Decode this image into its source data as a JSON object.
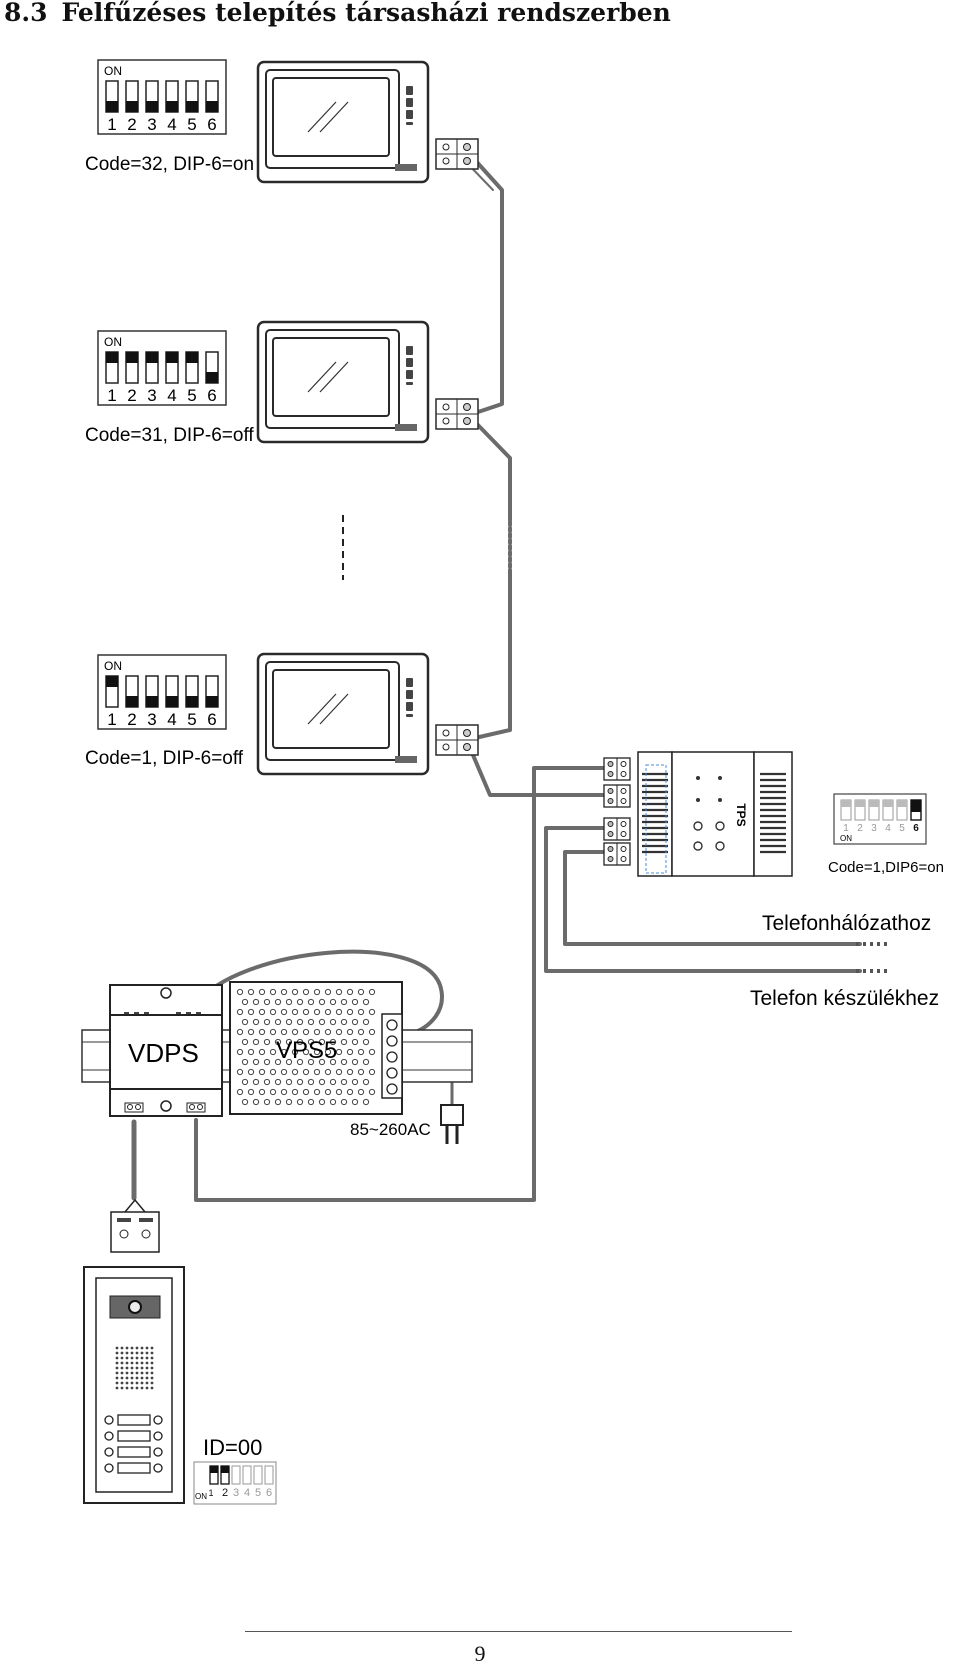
{
  "section": {
    "number": "8.3",
    "title": "Felfűzéses telepítés társasházi rendszerben"
  },
  "dip_panels": [
    {
      "on_label": "ON",
      "numbers": [
        "1",
        "2",
        "3",
        "4",
        "5",
        "6"
      ],
      "caption": "Code=32, DIP-6=on"
    },
    {
      "on_label": "ON",
      "numbers": [
        "1",
        "2",
        "3",
        "4",
        "5",
        "6"
      ],
      "caption": "Code=31, DIP-6=off"
    },
    {
      "on_label": "ON",
      "numbers": [
        "1",
        "2",
        "3",
        "4",
        "5",
        "6"
      ],
      "caption": "Code=1, DIP-6=off"
    }
  ],
  "tps": {
    "label": "TPS",
    "dip": {
      "numbers": [
        "1",
        "2",
        "3",
        "4",
        "5",
        "6"
      ],
      "on_label": "ON",
      "caption": "Code=1,DIP6=on"
    }
  },
  "phone_labels": {
    "network": "Telefonhálózathoz",
    "handset": "Telefon készülékhez"
  },
  "power": {
    "vdps_label": "VDPS",
    "vps5_label": "VPS5",
    "voltage": "85~260AC"
  },
  "outdoor": {
    "id_caption": "ID=00",
    "dip_on_label": "ON",
    "dip_numbers": [
      "1",
      "2",
      "3",
      "4",
      "5",
      "6"
    ]
  },
  "page_number": "9",
  "colors": {
    "wire": "#6b6b6b",
    "device_outline": "#2a2a2a"
  }
}
